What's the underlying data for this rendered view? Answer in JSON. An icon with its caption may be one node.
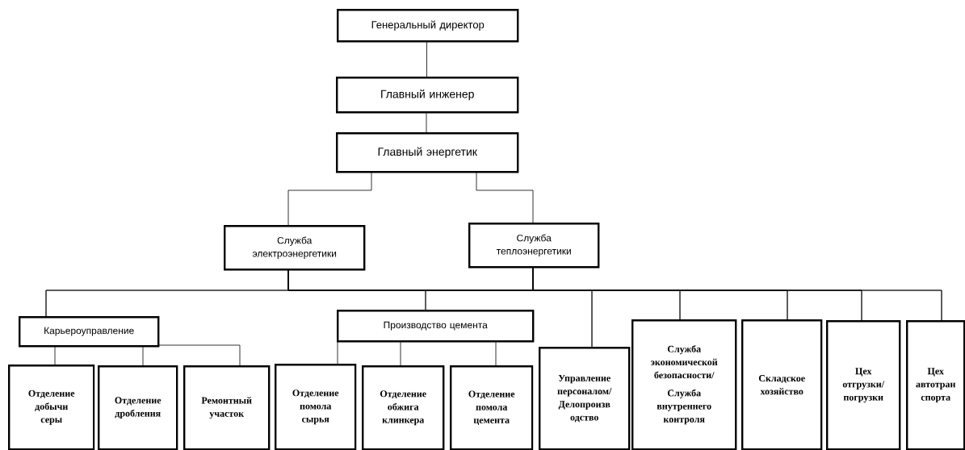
{
  "diagram": {
    "nodes": [
      {
        "text": [
          "Генеральный директор"
        ]
      },
      {
        "text": [
          "Главный инженер"
        ]
      },
      {
        "text": [
          "Главный энергетик"
        ]
      },
      {
        "text": [
          "Служба электроэнергетики"
        ]
      },
      {
        "text": [
          "Служба теплоэнергетики"
        ]
      },
      {
        "text": [
          "Карьероуправление"
        ]
      },
      {
        "text": [
          "Производство цемента"
        ]
      },
      {
        "text": [
          "Управление персоналом/ Делопроизв одство"
        ]
      },
      {
        "text": [
          "Служба экономической безопасности/",
          "Служба внутреннего контроля"
        ]
      },
      {
        "text": [
          "Складское хозяйство"
        ]
      },
      {
        "text": [
          "Цех отгрузки/ погрузки"
        ]
      },
      {
        "text": [
          "Цех автотран спорта"
        ]
      },
      {
        "text": [
          "Отделение добычи серы"
        ]
      },
      {
        "text": [
          "Отделение дробления"
        ]
      },
      {
        "text": [
          "Ремонтный участок"
        ]
      },
      {
        "text": [
          "Отделение помола сырья"
        ]
      },
      {
        "text": [
          "Отделение обжига клинкера"
        ]
      },
      {
        "text": [
          "Отделение помола цемента"
        ]
      }
    ],
    "edges": [
      {
        "from": 0,
        "to": 1,
        "arrow": "none"
      },
      {
        "from": 1,
        "to": 2,
        "arrow": "none"
      },
      {
        "from": 2,
        "to": 3,
        "arrow": "none"
      },
      {
        "from": 2,
        "to": 4,
        "arrow": "none"
      },
      {
        "from": 3,
        "to": 5,
        "arrow": "none"
      },
      {
        "from": 3,
        "to": 6,
        "arrow": "none"
      },
      {
        "from": 3,
        "to": 7,
        "arrow": "none"
      },
      {
        "from": 3,
        "to": 8,
        "arrow": "none"
      },
      {
        "from": 3,
        "to": 9,
        "arrow": "none"
      },
      {
        "from": 3,
        "to": 10,
        "arrow": "none"
      },
      {
        "from": 3,
        "to": 11,
        "arrow": "none"
      },
      {
        "from": 4,
        "to": 5,
        "arrow": "none"
      },
      {
        "from": 4,
        "to": 6,
        "arrow": "none"
      },
      {
        "from": 4,
        "to": 7,
        "arrow": "none"
      },
      {
        "from": 4,
        "to": 8,
        "arrow": "none"
      },
      {
        "from": 4,
        "to": 9,
        "arrow": "none"
      },
      {
        "from": 4,
        "to": 10,
        "arrow": "none"
      },
      {
        "from": 4,
        "to": 11,
        "arrow": "none"
      },
      {
        "from": 5,
        "to": 12,
        "arrow": "none"
      },
      {
        "from": 5,
        "to": 13,
        "arrow": "none"
      },
      {
        "from": 5,
        "to": 14,
        "arrow": "none"
      },
      {
        "from": 6,
        "to": 15,
        "arrow": "none"
      },
      {
        "from": 6,
        "to": 16,
        "arrow": "none"
      },
      {
        "from": 6,
        "to": 17,
        "arrow": "none"
      }
    ]
  }
}
